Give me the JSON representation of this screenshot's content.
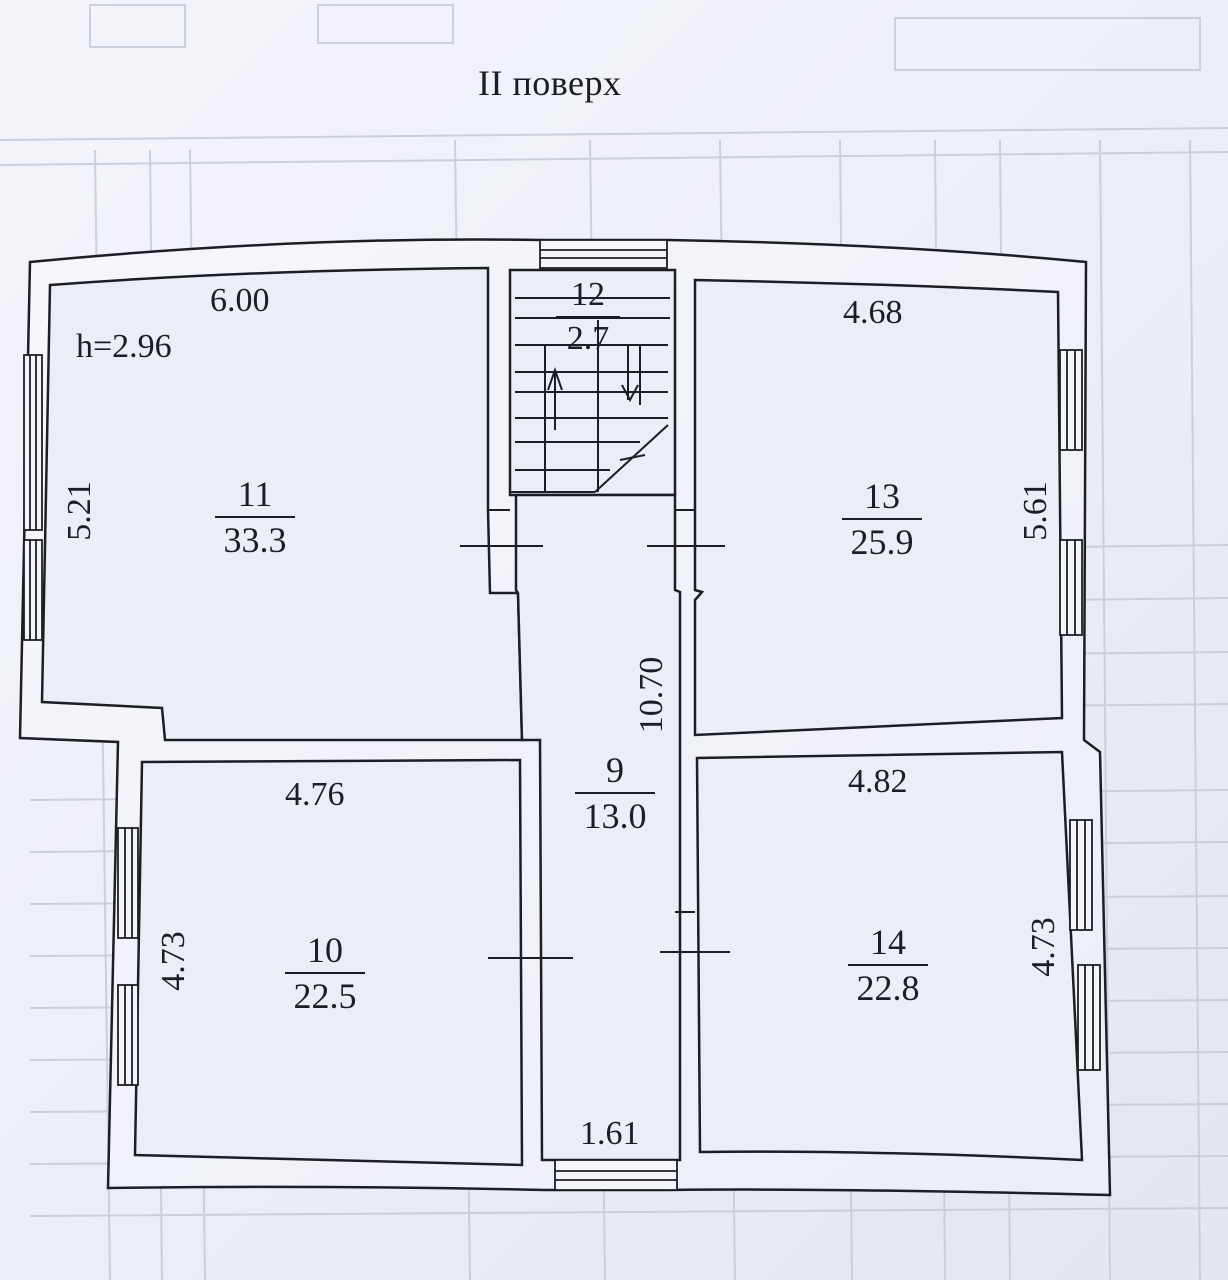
{
  "title": "II поверх",
  "ceiling_height": "h=2.96",
  "rooms": [
    {
      "number": "11",
      "area": "33.3"
    },
    {
      "number": "12",
      "area": "2.7"
    },
    {
      "number": "13",
      "area": "25.9"
    },
    {
      "number": "9",
      "area": "13.0"
    },
    {
      "number": "10",
      "area": "22.5"
    },
    {
      "number": "14",
      "area": "22.8"
    }
  ],
  "dimensions": {
    "room11_width": "6.00",
    "room11_length": "5.21",
    "room13_width": "4.68",
    "room13_length": "5.61",
    "corridor_length": "10.70",
    "corridor_width": "1.61",
    "room10_width": "4.76",
    "room10_length": "4.73",
    "room14_width": "4.82",
    "room14_length": "4.73"
  },
  "colors": {
    "paper": "#eceef6",
    "ink": "#1d1e24",
    "wall_fill": "#f4f5fb",
    "faint_table": "#c9ccd8"
  }
}
